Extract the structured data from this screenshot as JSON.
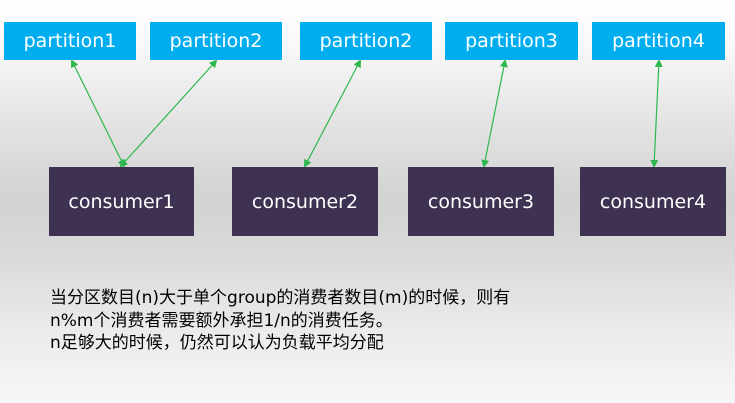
{
  "partitions": [
    {
      "label": "partition1"
    },
    {
      "label": "partition2"
    },
    {
      "label": "partition2"
    },
    {
      "label": "partition3"
    },
    {
      "label": "partition4"
    }
  ],
  "consumers": [
    {
      "label": "consumer1"
    },
    {
      "label": "consumer2"
    },
    {
      "label": "consumer3"
    },
    {
      "label": "consumer4"
    }
  ],
  "links": [
    {
      "from": "partitions.0",
      "to": "consumers.0"
    },
    {
      "from": "partitions.1",
      "to": "consumers.0"
    },
    {
      "from": "partitions.2",
      "to": "consumers.1"
    },
    {
      "from": "partitions.3",
      "to": "consumers.2"
    },
    {
      "from": "partitions.4",
      "to": "consumers.3"
    }
  ],
  "colors": {
    "partition_bg": "#00aeef",
    "consumer_bg": "#3f3151",
    "link": "#2db84d",
    "text_light": "#ffffff",
    "text_dark": "#000000"
  },
  "note": {
    "paragraph1": "当分区数目(n)大于单个group的消费者数目(m)的时候，则有n%m个消费者需要额外承担1/n的消费任务。",
    "paragraph2": "n足够大的时候，仍然可以认为负载平均分配"
  }
}
